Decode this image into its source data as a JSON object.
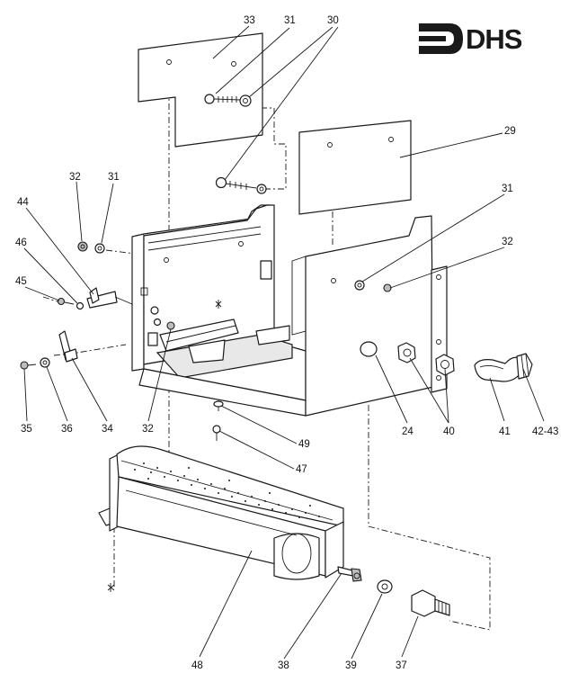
{
  "logo": {
    "text": "DHS"
  },
  "callouts": {
    "c33": "33",
    "c31a": "31",
    "c30": "30",
    "c29": "29",
    "c32a": "32",
    "c31b": "31",
    "c44": "44",
    "c46": "46",
    "c45": "45",
    "c31c": "31",
    "c32b": "32",
    "c35": "35",
    "c36": "36",
    "c34": "34",
    "c32c": "32",
    "c24": "24",
    "c40": "40",
    "c41": "41",
    "c4243": "42-43",
    "c49": "49",
    "c47": "47",
    "c48": "48",
    "c38": "38",
    "c39": "39",
    "c37": "37"
  }
}
